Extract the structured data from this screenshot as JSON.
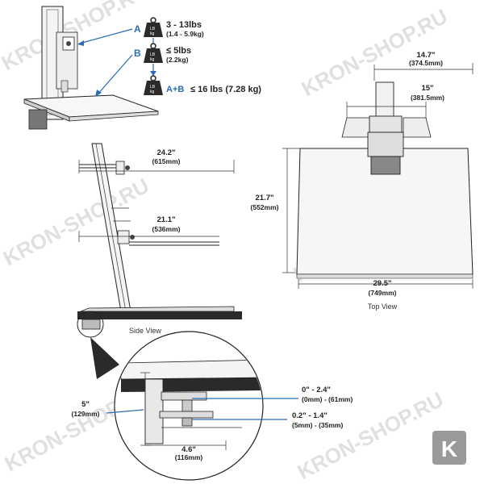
{
  "weights": {
    "a_letter": "A",
    "b_letter": "B",
    "a_imperial": "3 - 13lbs",
    "a_metric": "(1.4 - 5.9kg)",
    "b_imperial": "≤ 5lbs",
    "b_metric": "(2.2kg)",
    "total_prefix": "A+B",
    "total_value": "≤ 16 lbs (7.28 kg)",
    "weight_icon_text": "LB kg"
  },
  "side_view": {
    "caption": "Side View",
    "upper_depth_imperial": "24.2\"",
    "upper_depth_metric": "(615mm)",
    "lower_depth_imperial": "21.1\"",
    "lower_depth_metric": "(536mm)"
  },
  "top_view": {
    "caption": "Top View",
    "mount_width_imperial": "14.7\"",
    "mount_width_metric": "(374.5mm)",
    "bracket_width_imperial": "15\"",
    "bracket_width_metric": "(381.5mm)",
    "depth_imperial": "21.7\"",
    "depth_metric": "(552mm)",
    "width_imperial": "29.5\"",
    "width_metric": "(749mm)"
  },
  "clamp_detail": {
    "height_imperial": "5\"",
    "height_metric": "(129mm)",
    "depth_imperial": "4.6\"",
    "depth_metric": "(116mm)",
    "thickness_range_imperial": "0\" - 2.4\"",
    "thickness_range_metric": "(0mm) - (61mm)",
    "grip_range_imperial": "0.2\" - 1.4\"",
    "grip_range_metric": "(5mm) - (35mm)"
  },
  "watermark": {
    "text": "KRON-SHOP.RU",
    "logo_letter": "K"
  }
}
